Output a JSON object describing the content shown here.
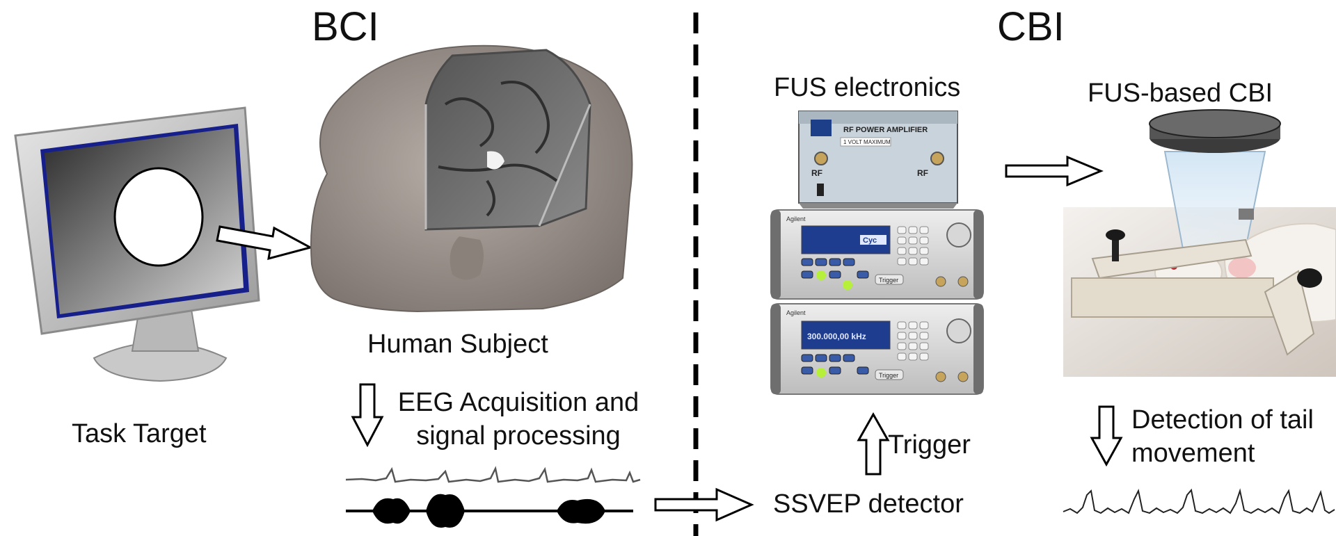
{
  "diagram": {
    "bci_title": "BCI",
    "cbi_title": "CBI",
    "human_subject": "Human Subject",
    "task_target": "Task Target",
    "eeg_line1": "EEG Acquisition and",
    "eeg_line2": "signal processing",
    "fus_electronics": "FUS electronics",
    "fus_based_cbi": "FUS-based CBI",
    "ssvep_detector": "SSVEP detector",
    "trigger": "Trigger",
    "detection_line1": "Detection of tail",
    "detection_line2": "movement",
    "amplifier_label": "RF POWER AMPLIFIER",
    "amplifier_sublabel": "1 VOLT MAXIMUM",
    "amp_rf_in": "RF",
    "amp_rf_out": "RF",
    "generator_brand": "Agilent",
    "gen1_display": "Cyc",
    "gen2_display": "300.000,00 kHz",
    "trigger_button": "Trigger"
  }
}
